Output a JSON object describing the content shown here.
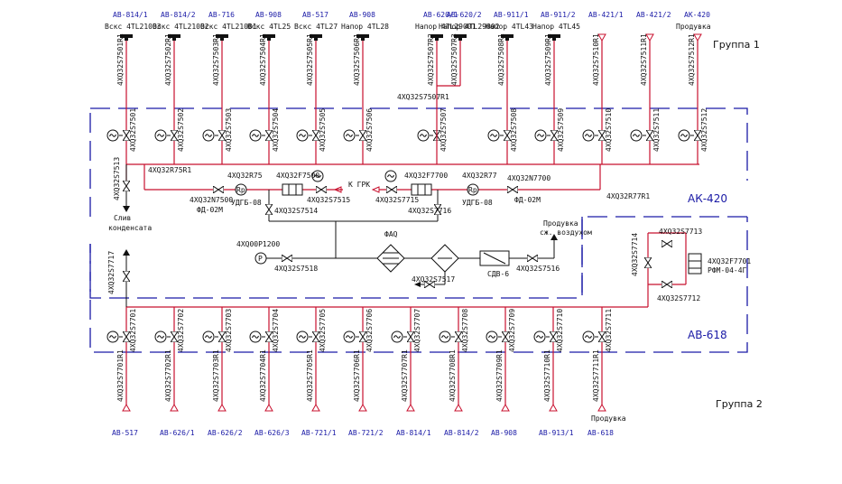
{
  "groups": {
    "group1": "Группа 1",
    "group2": "Группа 2"
  },
  "zones": {
    "zone_top": "АК-420",
    "zone_bottom": "АВ-618"
  },
  "top_points": [
    {
      "id": "АВ-814/1",
      "desc": "Вскс 4TL21003",
      "tag": "4XQ32S7501R1",
      "valve": "4XQ32S7501",
      "type": "cap"
    },
    {
      "id": "АВ-814/2",
      "desc": "Вскс 4TL21002",
      "tag": "4XQ32S7502R1",
      "valve": "4XQ32S7502",
      "type": "cap"
    },
    {
      "id": "АВ-716",
      "desc": "Вскс 4TL21001",
      "tag": "4XQ32S7503R1",
      "valve": "4XQ32S7503",
      "type": "cap"
    },
    {
      "id": "АВ-908",
      "desc": "Вскс 4TL25",
      "tag": "4XQ32S7504R1",
      "valve": "4XQ32S7504",
      "type": "cap"
    },
    {
      "id": "АВ-517",
      "desc": "Вскс 4TL27",
      "tag": "4XQ32S7505R1",
      "valve": "4XQ32S7505",
      "type": "cap"
    },
    {
      "id": "АВ-908",
      "desc": "Напор 4TL28",
      "tag": "4XQ32S7506R1",
      "valve": "4XQ32S7506",
      "type": "cap"
    },
    {
      "id": "АВ-620/1",
      "desc": "Напор 4TL29001",
      "tag": "4XQ32S7507R2",
      "valve": "4XQ32S7507",
      "type": "cap"
    },
    {
      "id": "АВ-620/2",
      "desc": "Напор 4TL29002",
      "tag": "4XQ32S7507R3",
      "valve": "",
      "type": "cap"
    },
    {
      "id": "АВ-911/1",
      "desc": "Напор 4TL43",
      "tag": "4XQ32S7508R1",
      "valve": "4XQ32S7508",
      "type": "cap"
    },
    {
      "id": "АВ-911/2",
      "desc": "Напор 4TL45",
      "tag": "4XQ32S7509R1",
      "valve": "4XQ32S7509",
      "type": "cap"
    },
    {
      "id": "АВ-421/1",
      "desc": "",
      "tag": "4XQ32S7510R1",
      "valve": "4XQ32S7510",
      "type": "tri"
    },
    {
      "id": "АВ-421/2",
      "desc": "",
      "tag": "4XQ32S7511R1",
      "valve": "4XQ32S7511",
      "type": "tri"
    },
    {
      "id": "АК-420",
      "desc": "Продувка",
      "tag": "4XQ32S7512R1",
      "valve": "4XQ32S7512",
      "type": "tri"
    }
  ],
  "merge_tag": "4XQ32S7507R1",
  "bottom_points": [
    {
      "id": "АВ-517",
      "tag": "4XQ32S7701R1",
      "valve": "4XQ32S7701",
      "desc": ""
    },
    {
      "id": "АВ-626/1",
      "tag": "4XQ32S7702R1",
      "valve": "4XQ32S7702",
      "desc": ""
    },
    {
      "id": "АВ-626/2",
      "tag": "4XQ32S7703R1",
      "valve": "4XQ32S7703",
      "desc": ""
    },
    {
      "id": "АВ-626/3",
      "tag": "4XQ32S7704R1",
      "valve": "4XQ32S7704",
      "desc": ""
    },
    {
      "id": "АВ-721/1",
      "tag": "4XQ32S7705R1",
      "valve": "4XQ32S7705",
      "desc": ""
    },
    {
      "id": "АВ-721/2",
      "tag": "4XQ32S7706R1",
      "valve": "4XQ32S7706",
      "desc": ""
    },
    {
      "id": "АВ-814/1",
      "tag": "4XQ32S7707R1",
      "valve": "4XQ32S7707",
      "desc": ""
    },
    {
      "id": "АВ-814/2",
      "tag": "4XQ32S7708R1",
      "valve": "4XQ32S7708",
      "desc": ""
    },
    {
      "id": "АВ-908",
      "tag": "4XQ32S7709R1",
      "valve": "4XQ32S7709",
      "desc": ""
    },
    {
      "id": "АВ-913/1",
      "tag": "4XQ32S7710R1",
      "valve": "4XQ32S7710",
      "desc": ""
    },
    {
      "id": "АВ-618",
      "tag": "4XQ32S7711R1",
      "valve": "4XQ32S7711",
      "desc": "Продувка"
    }
  ],
  "labels": {
    "valve_7513": "4XQ32S7513",
    "header_top": "4XQ32R75R1",
    "drain_1": "Слив",
    "drain_2": "конденсата",
    "sensor_r75": "4XQ32R75",
    "sensor_r77": "4XQ32R77",
    "type_udgb_left": "УДГБ-08",
    "type_udgb_right": "УДГБ-08",
    "filter_f7500": "4XQ32F7500",
    "filter_f7700": "4XQ32F7700",
    "valve_n7500": "4XQ32N7500",
    "fd_left": "ФД-02М",
    "valve_n7700": "4XQ32N7700",
    "fd_right": "ФД-02М",
    "valve_7515": "4XQ32S7515",
    "valve_7715": "4XQ32S7715",
    "valve_7514": "4XQ32S7514",
    "valve_7716": "4XQ32S7716",
    "to_grk": "К ГРК",
    "header_r77": "4XQ32R77R1",
    "valve_7717": "4XQ32S7717",
    "pressure_p1200": "4XQ00P1200",
    "valve_7518": "4XQ32S7518",
    "faq": "ФАQ",
    "valve_7517": "4XQ32S7517",
    "sdv": "СДВ-6",
    "valve_7516": "4XQ32S7516",
    "purge_1": "Продувка",
    "purge_2": "сж. воздухом",
    "valve_7714": "4XQ32S7714",
    "valve_7713": "4XQ32S7713",
    "valve_7712": "4XQ32S7712",
    "sensor_f7701": "4XQ32F7701",
    "rfm": "РФМ-04-4Г",
    "p_symbol": "P",
    "rp_symbol": "Rр"
  }
}
